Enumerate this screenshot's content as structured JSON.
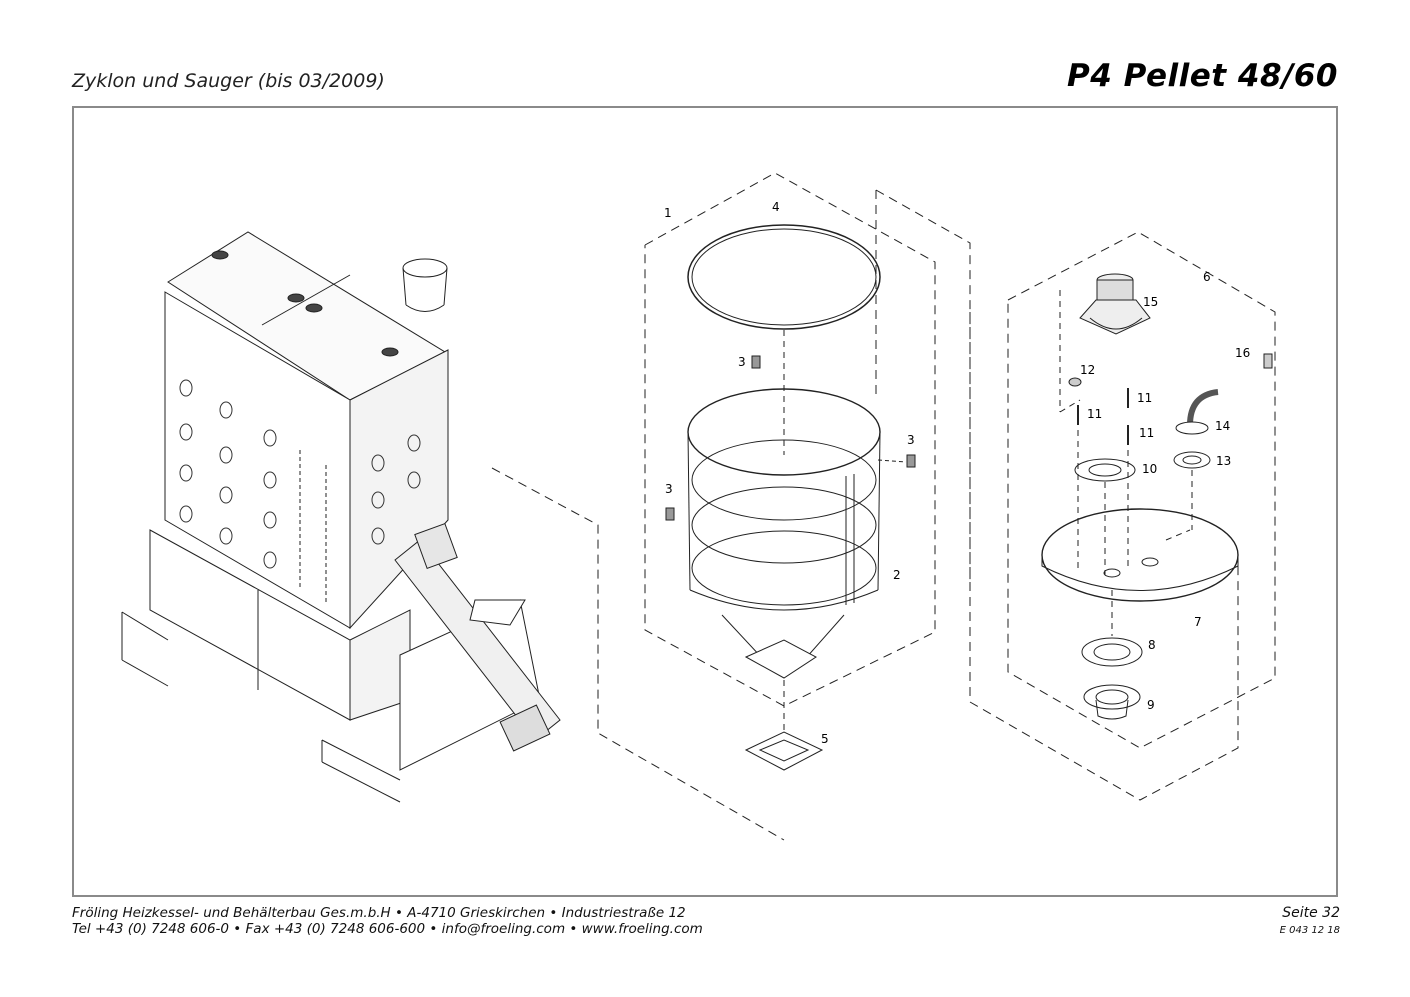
{
  "header": {
    "subtitle": "Zyklon und Sauger (bis 03/2009)",
    "title": "P4 Pellet 48/60"
  },
  "footer": {
    "line1": "Fröling Heizkessel- und Behälterbau Ges.m.b.H   •  A-4710 Grieskirchen   •  Industriestraße 12",
    "line2": "Tel +43 (0) 7248 606-0   •  Fax +43 (0) 7248 606-600   •  info@froeling.com   •  www.froeling.com",
    "page": "Seite 32",
    "doc_number": "E 043 12 18"
  },
  "callouts": {
    "c1": "1",
    "c2": "2",
    "c3a": "3",
    "c3b": "3",
    "c3c": "3",
    "c4": "4",
    "c5": "5",
    "c6": "6",
    "c7": "7",
    "c8": "8",
    "c9": "9",
    "c10": "10",
    "c11a": "11",
    "c11b": "11",
    "c11c": "11",
    "c12": "12",
    "c13": "13",
    "c14": "14",
    "c15": "15",
    "c16": "16"
  }
}
